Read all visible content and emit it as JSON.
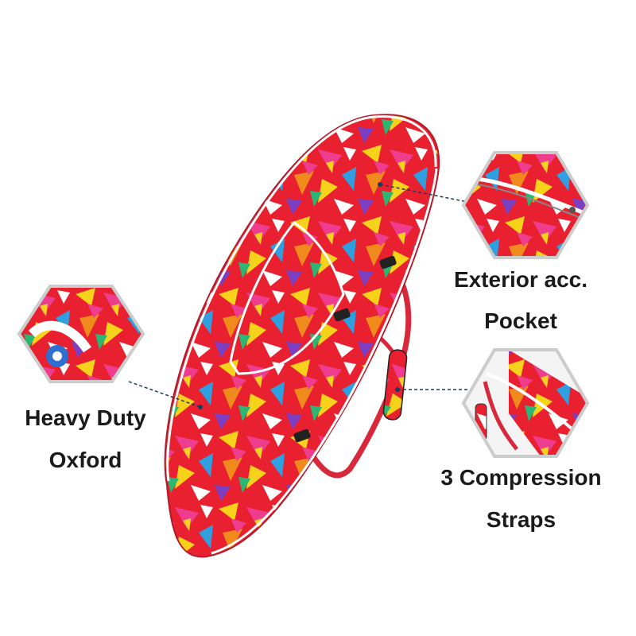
{
  "callouts": {
    "pocket": {
      "line1": "Exterior acc.",
      "line2": "Pocket"
    },
    "fabric": {
      "line1": "Heavy Duty",
      "line2": "Oxford"
    },
    "straps": {
      "line1": "3 Compression",
      "line2": "Straps"
    }
  },
  "colors": {
    "background": "#ffffff",
    "text": "#1a1a1a",
    "hexagon_border": "#cccccc",
    "leader_line": "#1f3b5a",
    "strap": "#d8283c",
    "piping": "#ffffff"
  },
  "pattern_palette": [
    "#e8202f",
    "#f7d21a",
    "#ee3d8f",
    "#f08a1d",
    "#2f9fe0",
    "#7a3fc2",
    "#ffffff",
    "#2bb673"
  ]
}
